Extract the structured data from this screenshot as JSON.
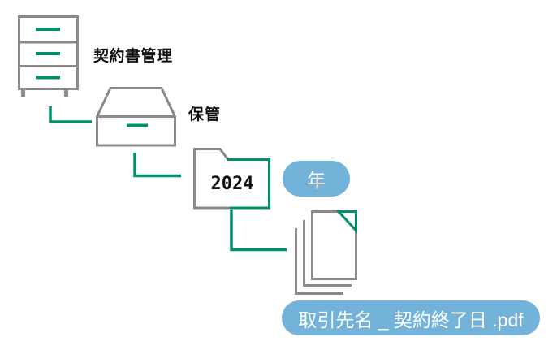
{
  "colors": {
    "green": "#00906c",
    "gray": "#8a8a8a",
    "blue": "#73b2d9",
    "label": "#111111",
    "pill_text": "#ffffff",
    "background": "#ffffff"
  },
  "diagram": {
    "cabinet_label": "契約書管理",
    "storage_label": "保管",
    "folder_year": "2024",
    "year_badge": "年",
    "filename_badge": "取引先名 _ 契約終了日 .pdf",
    "icons": {
      "cabinet": "filing-cabinet-icon",
      "storage": "storage-drawer-icon",
      "folder": "folder-icon",
      "files": "document-stack-icon"
    }
  }
}
